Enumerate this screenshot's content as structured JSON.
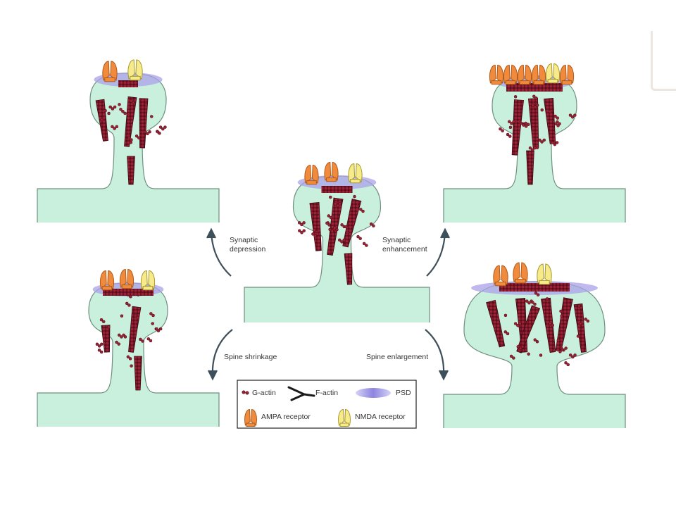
{
  "labels": {
    "synaptic_depression": [
      "Synaptic",
      "depression"
    ],
    "synaptic_enhancement": [
      "Synaptic",
      "enhancement"
    ],
    "spine_shrinkage": "Spine shrinkage",
    "spine_enlargement": "Spine enlargement"
  },
  "legend": {
    "g_actin": "G-actin",
    "f_actin": "F-actin",
    "psd": "PSD",
    "ampa": "AMPA receptor",
    "nmda": "NMDA receptor"
  },
  "colors": {
    "cytoplasm": "#c9f0dc",
    "cytoplasm_edge": "#6f8f80",
    "psd": "#a9a2e8",
    "actin": "#8b1e2e",
    "actin_dark": "#3a0a12",
    "ampa": "#f08a3c",
    "ampa_edge": "#b05a1a",
    "nmda": "#f6ea8a",
    "nmda_edge": "#a89a30",
    "arrow": "#3d4f5a"
  },
  "panels": [
    {
      "id": "depression",
      "ampa": 1,
      "nmda": 1
    },
    {
      "id": "enhancement",
      "ampa": 5,
      "nmda": 1
    },
    {
      "id": "center",
      "ampa": 2,
      "nmda": 1
    },
    {
      "id": "shrinkage",
      "ampa": 2,
      "nmda": 1
    },
    {
      "id": "enlargement",
      "ampa": 2,
      "nmda": 1
    }
  ]
}
